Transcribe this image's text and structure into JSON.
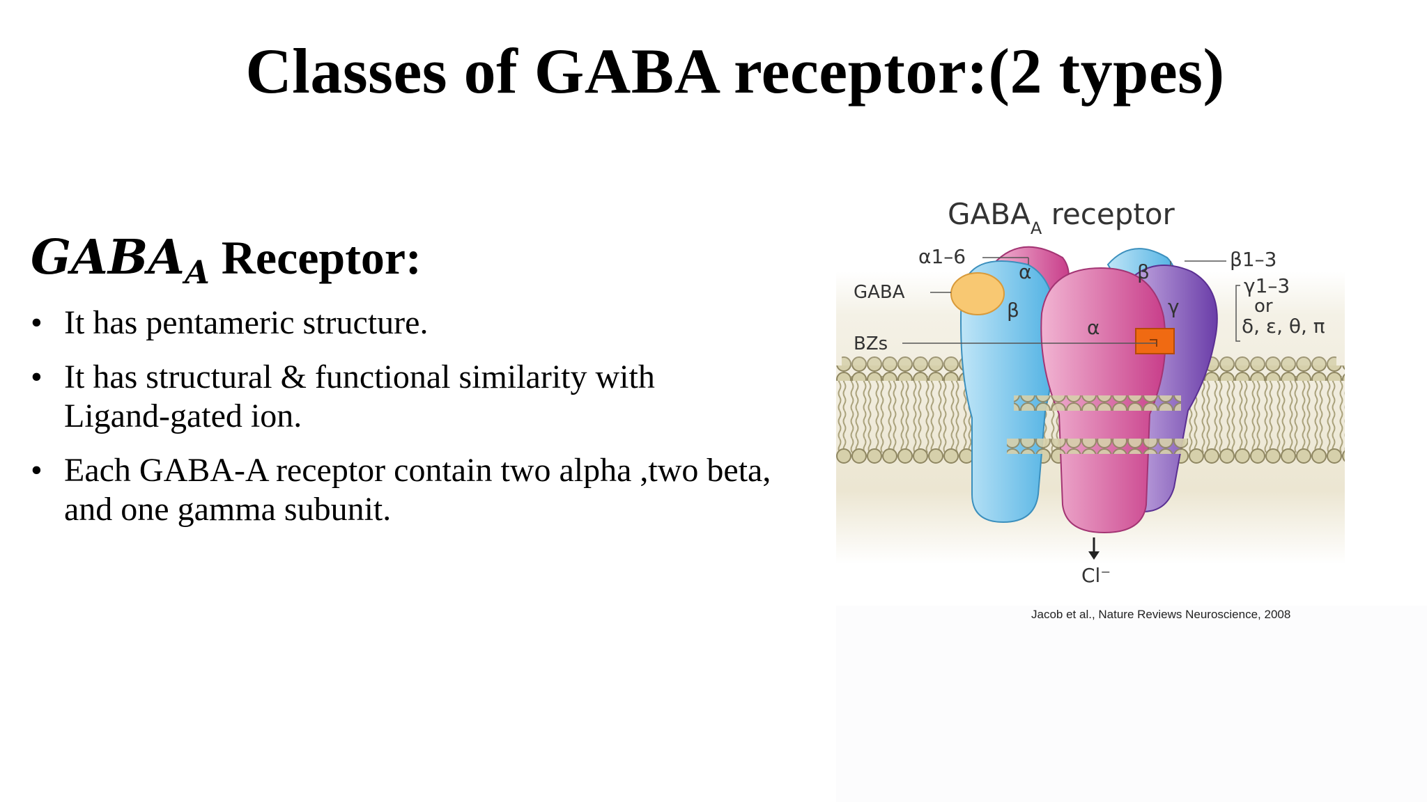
{
  "slide": {
    "title": "Classes of GABA receptor:(2 types)"
  },
  "section": {
    "heading_main": "GABA",
    "heading_sub": "A",
    "heading_rest": " Receptor:"
  },
  "bullets": [
    {
      "marker": "•",
      "text": "It has pentameric structure."
    },
    {
      "marker": "•",
      "text": "It has structural & functional similarity with Ligand-gated ion."
    },
    {
      "marker": "•",
      "text": "Each GABA-A receptor contain two alpha ,two beta, and one gamma subunit."
    }
  ],
  "figure": {
    "title_main": "GABA",
    "title_sub": "A",
    "title_rest": " receptor",
    "label_alpha_range": "α1–6",
    "label_beta_range": "β1–3",
    "label_gamma_range": "γ1–3",
    "label_or": "or",
    "label_other_subunits": "δ, ε, θ, π",
    "label_gaba": "GABA",
    "label_bzs": "BZs",
    "subunit_alpha_back": "α",
    "subunit_beta_back": "β",
    "subunit_beta_front": "β",
    "subunit_gamma": "γ",
    "subunit_alpha_front": "α",
    "ion_label": "Cl⁻",
    "citation": "Jacob et al., Nature Reviews Neuroscience, 2008",
    "colors": {
      "alpha": "#d968a6",
      "beta": "#7fc8ee",
      "gamma": "#9a6ec9",
      "gaba_site": "#f8c872",
      "bz_site": "#f06a12",
      "membrane": "#cfc9a0"
    }
  }
}
